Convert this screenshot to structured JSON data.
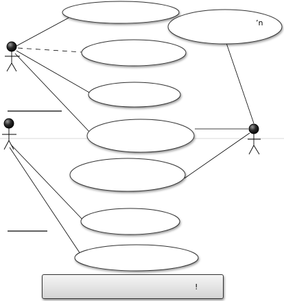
{
  "diagram": {
    "type": "use-case",
    "actors": [
      {
        "id": "actor-top-left",
        "label": ""
      },
      {
        "id": "actor-mid-left",
        "label": ""
      },
      {
        "id": "actor-right",
        "label": ""
      }
    ],
    "use_cases": [
      {
        "id": "uc-1",
        "label": ""
      },
      {
        "id": "uc-2",
        "label": ""
      },
      {
        "id": "uc-3",
        "label": ""
      },
      {
        "id": "uc-4",
        "label": ""
      },
      {
        "id": "uc-5",
        "label": ""
      },
      {
        "id": "uc-6",
        "label": ""
      },
      {
        "id": "uc-7",
        "label": ""
      },
      {
        "id": "uc-8",
        "label": ""
      }
    ],
    "associations": [
      {
        "from": "actor-top-left",
        "to": "uc-1",
        "style": "solid"
      },
      {
        "from": "actor-top-left",
        "to": "uc-3",
        "style": "dashed"
      },
      {
        "from": "actor-top-left",
        "to": "uc-4",
        "style": "solid"
      },
      {
        "from": "actor-top-left",
        "to": "uc-5",
        "style": "solid"
      },
      {
        "from": "actor-right",
        "to": "uc-2",
        "style": "solid"
      },
      {
        "from": "actor-right",
        "to": "uc-5",
        "style": "solid"
      },
      {
        "from": "actor-right",
        "to": "uc-6",
        "style": "solid"
      },
      {
        "from": "actor-mid-left",
        "to": "uc-7",
        "style": "solid"
      },
      {
        "from": "actor-mid-left",
        "to": "uc-8",
        "style": "solid"
      }
    ],
    "marks": {
      "uc2_mark": "ʼn",
      "caption_mark": "!"
    },
    "colors": {
      "line": "#000000",
      "actor_head": "#1a1a1a",
      "ellipse_fill": "#ffffff",
      "caption_fill_top": "#f5f5f5",
      "caption_fill_bottom": "#d4d4d4"
    }
  }
}
